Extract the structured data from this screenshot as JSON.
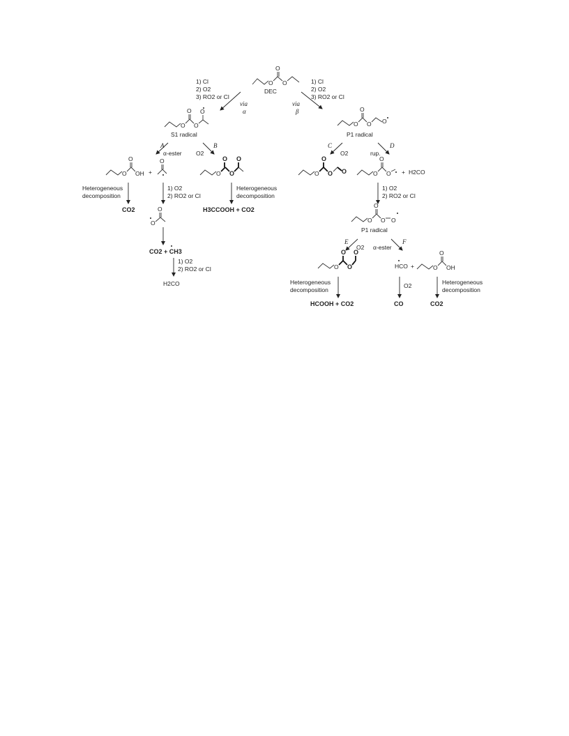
{
  "scheme": {
    "top": {
      "label": "DEC"
    },
    "conditions": {
      "left": [
        "1) Cl",
        "2) O2",
        "3) RO2 or Cl"
      ],
      "right": [
        "1) Cl",
        "2) O2",
        "3) RO2 or Cl"
      ]
    },
    "via_left": [
      "via",
      "α"
    ],
    "via_right": [
      "via",
      "β"
    ],
    "left_radical": "S1 radical",
    "right_radical": "P1 radical",
    "right_radical_2": "P1 radical",
    "pathways": [
      "A",
      "B",
      "C",
      "D",
      "E",
      "F"
    ],
    "reagents": {
      "alpha_ester_left": "α-ester",
      "o2_b": "O2",
      "o2_c": "O2",
      "rup_d": "rup.",
      "o2_e": "O2",
      "alpha_ester_f": "α-ester",
      "o2_hco": "O2"
    },
    "steps": {
      "acetyl_step": [
        "1) O2",
        "2) RO2 or Cl"
      ],
      "methyl_step": [
        "1) O2",
        "2) RO2 or Cl"
      ],
      "d_step": [
        "1) O2",
        "2) RO2 or Cl"
      ]
    },
    "labels": {
      "hetero_a": [
        "Heterogeneous",
        "decomposition"
      ],
      "hetero_b": [
        "Heterogeneous",
        "decomposition"
      ],
      "hetero_e": [
        "Heterogeneous",
        "decomposition"
      ],
      "hetero_f": [
        "Heterogeneous",
        "decomposition"
      ],
      "plus": "+",
      "h2co_coproduct": "H2CO",
      "oh": "OH",
      "o": "O",
      "hco": "HCO"
    },
    "products": {
      "co2_a": "CO2",
      "h3ccooh_co2": "H3CCOOH + CO2",
      "co2_ch3": "CO2 + CH3",
      "h2co": "H2CO",
      "hcooh_co2": "HCOOH + CO2",
      "co": "CO",
      "co2_f": "CO2"
    }
  }
}
